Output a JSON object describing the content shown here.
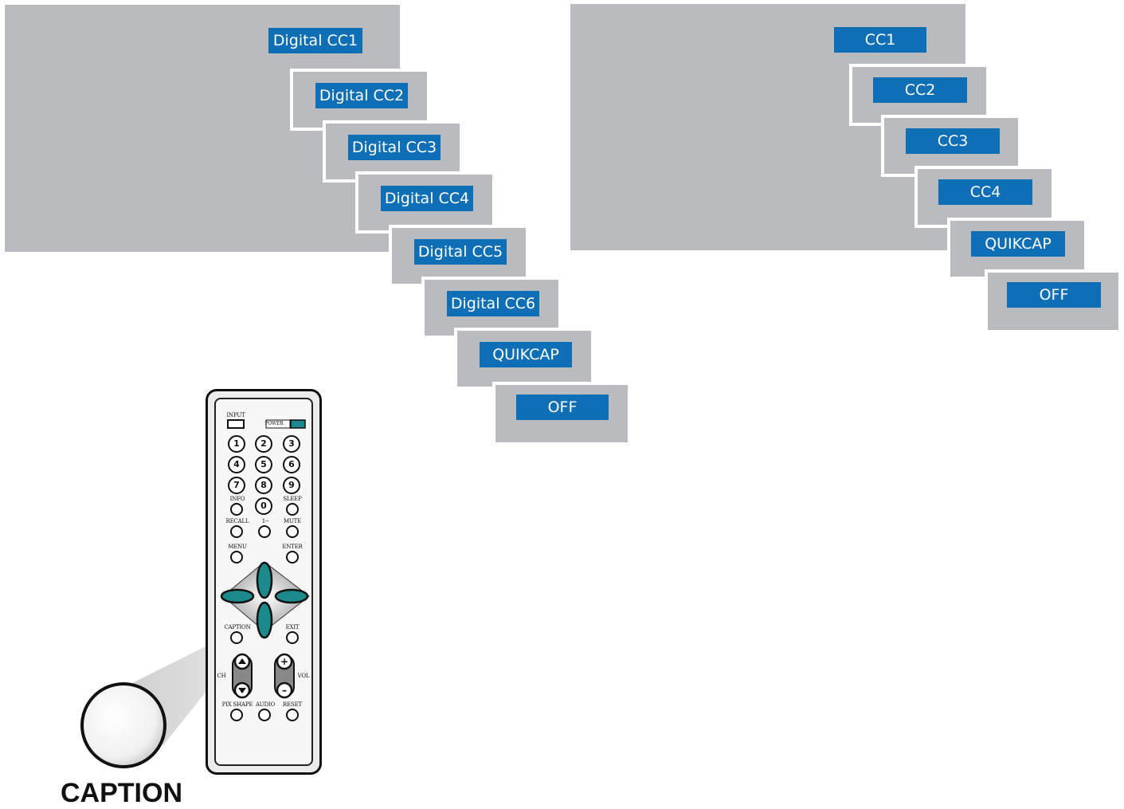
{
  "left_menu": {
    "items": [
      "Digital CC1",
      "Digital CC2",
      "Digital CC3",
      "Digital CC4",
      "Digital CC5",
      "Digital CC6",
      "QUIKCAP",
      "OFF"
    ]
  },
  "right_menu": {
    "items": [
      "CC1",
      "CC2",
      "CC3",
      "CC4",
      "QUIKCAP",
      "OFF"
    ]
  },
  "remote": {
    "input_label": "INPUT",
    "power_label": "POWER",
    "digits": [
      "1",
      "2",
      "3",
      "4",
      "5",
      "6",
      "7",
      "8",
      "9",
      "0"
    ],
    "info_label": "INFO",
    "sleep_label": "SLEEP",
    "recall_label": "RECALL",
    "dash_label": "1--",
    "mute_label": "MUTE",
    "menu_label": "MENU",
    "enter_label": "ENTER",
    "caption_label": "CAPTION",
    "exit_label": "EXIT",
    "ch_label": "CH",
    "vol_label": "VOL",
    "pixshape_label": "PIX SHAPE",
    "audio_label": "AUDIO",
    "reset_label": "RESET"
  },
  "callout_label": "CAPTION",
  "colors": {
    "menu_bg": "#b9bbbe",
    "badge": "#0e6fb6",
    "accent": "#1a8a8a"
  }
}
